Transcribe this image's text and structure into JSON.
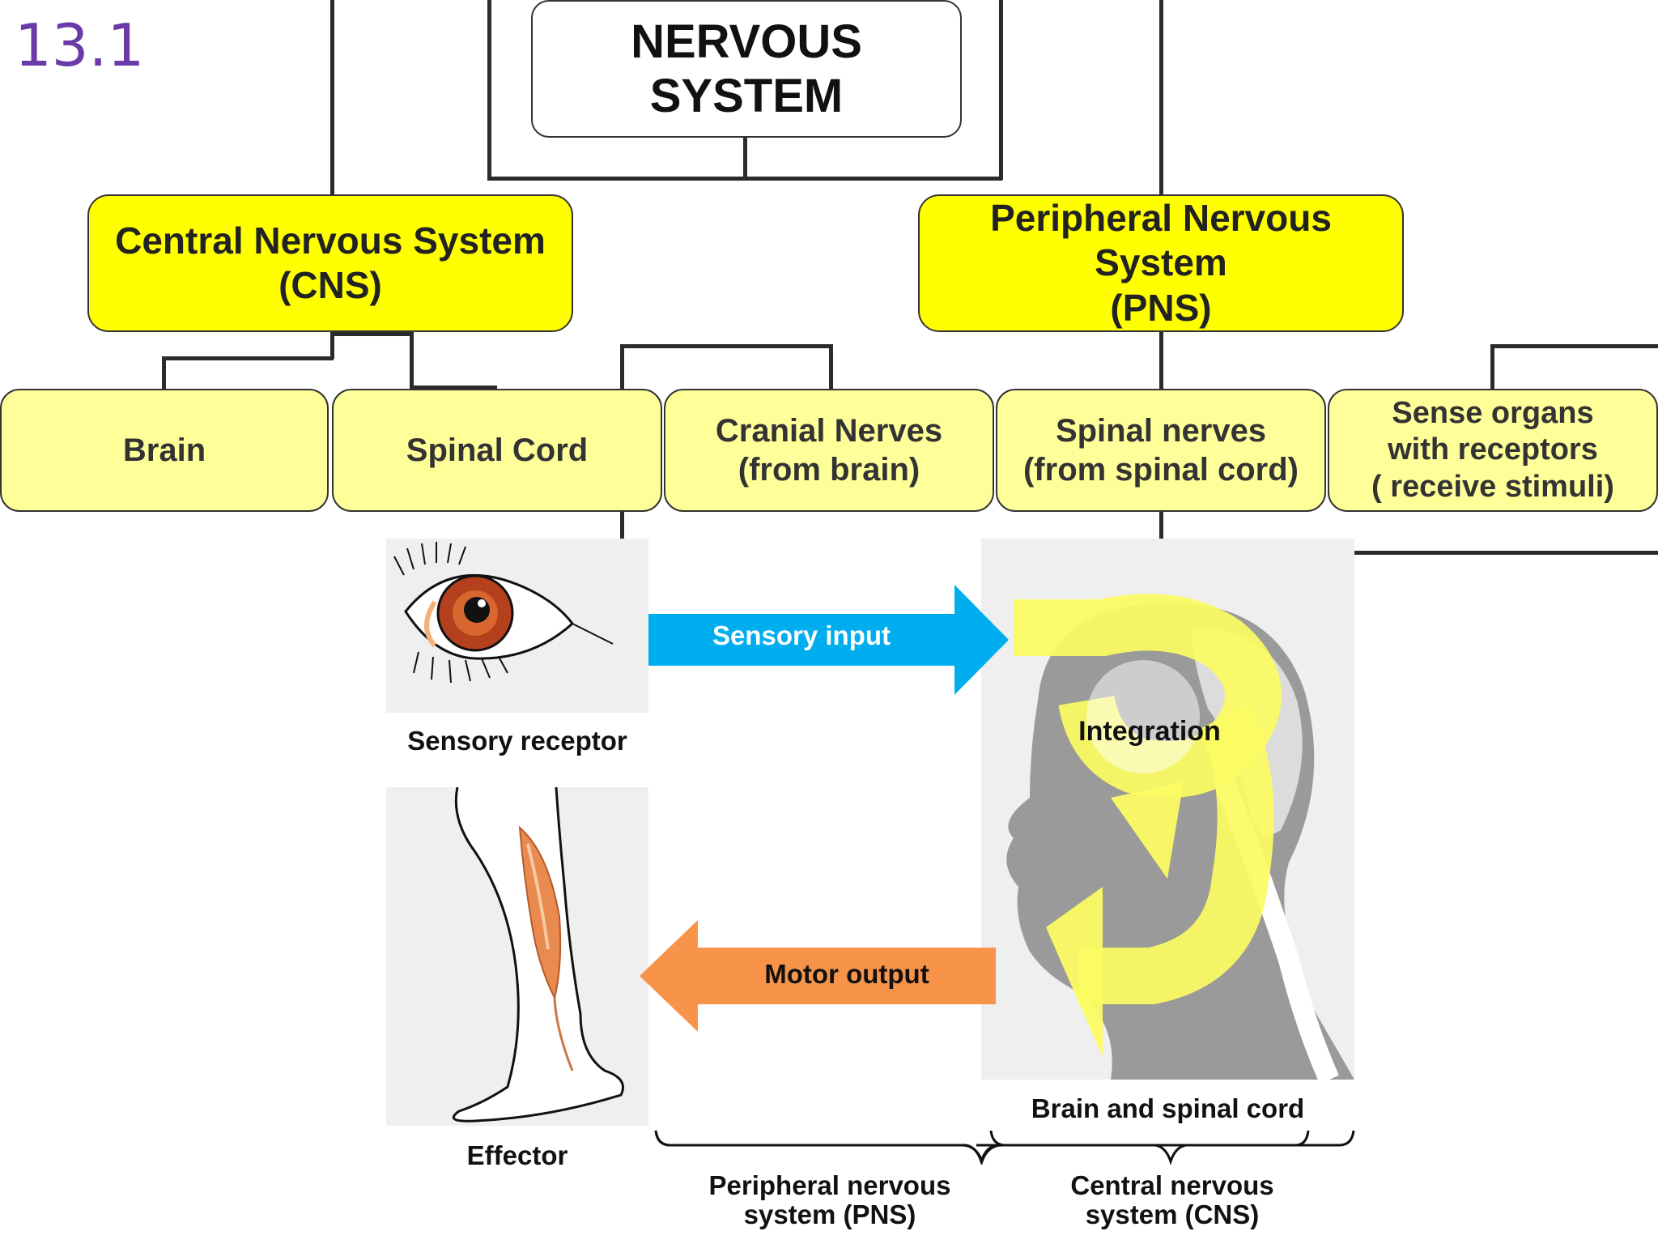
{
  "slide_number": "13.1",
  "hierarchy": {
    "root": "NERVOUS SYSTEM",
    "cns": {
      "title": "Central Nervous System",
      "abbr": "(CNS)"
    },
    "pns": {
      "title": "Peripheral Nervous System",
      "abbr": "(PNS)"
    },
    "brain": "Brain",
    "spinal_cord": "Spinal Cord",
    "cranial_nerves": {
      "line1": "Cranial Nerves",
      "line2": "(from brain)"
    },
    "spinal_nerves": {
      "line1": "Spinal nerves",
      "line2": "(from spinal cord)"
    },
    "sense_organs": {
      "line1": "Sense organs",
      "line2": "with receptors",
      "line3": "( receive stimuli)"
    }
  },
  "figure": {
    "sensory_input": "Sensory input",
    "motor_output": "Motor output",
    "integration": "Integration",
    "sensory_receptor": "Sensory receptor",
    "effector": "Effector",
    "brain_and_spinal_cord": "Brain and spinal cord",
    "pns_caption": {
      "line1": "Peripheral nervous",
      "line2": "system (PNS)"
    },
    "cns_caption": {
      "line1": "Central nervous",
      "line2": "system (CNS)"
    }
  },
  "colors": {
    "level1_fill": "#ffff00",
    "level2_fill": "#ffff99",
    "sensory_arrow": "#00aeef",
    "motor_arrow": "#f7944a",
    "integration_loop": "#fbfb63",
    "slide_number": "#6a3aa8"
  },
  "icons": [
    "eye-icon",
    "leg-icon",
    "head-silhouette-icon"
  ]
}
